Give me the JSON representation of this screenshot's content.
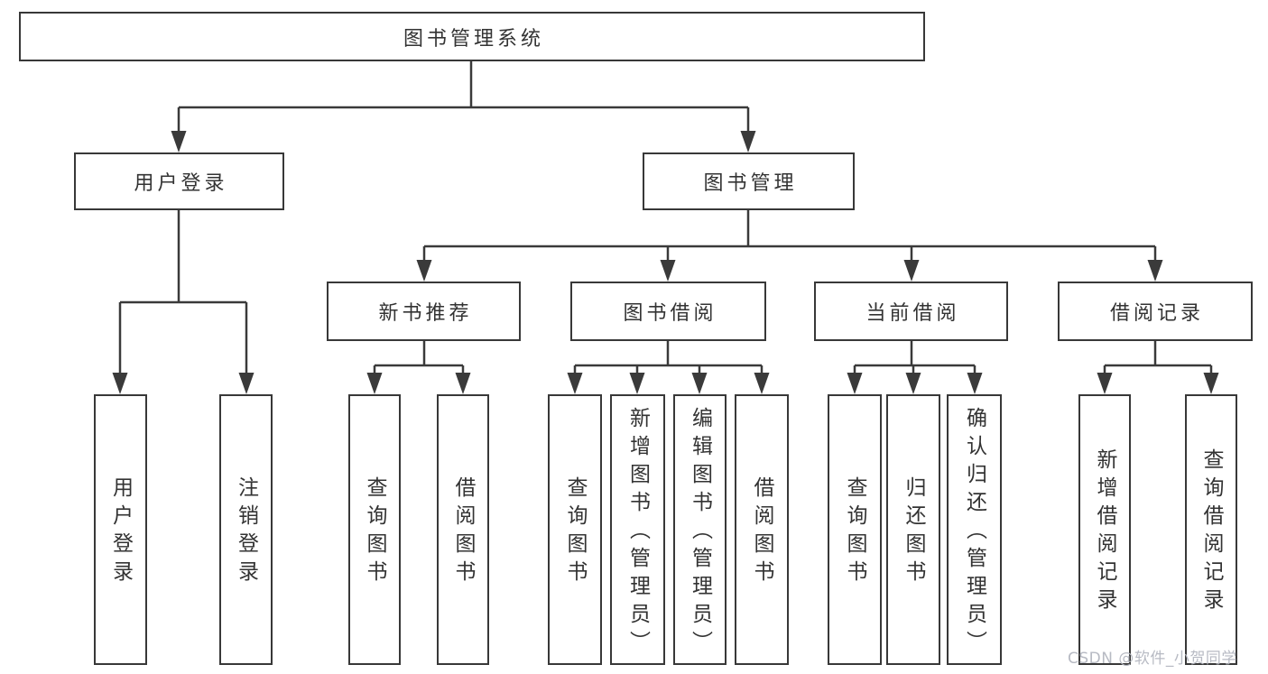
{
  "tree": {
    "root": {
      "label": "图书管理系统"
    },
    "children": [
      {
        "label": "用户登录",
        "children": [
          {
            "label": "用户登录"
          },
          {
            "label": "注销登录"
          }
        ]
      },
      {
        "label": "图书管理",
        "children": [
          {
            "label": "新书推荐",
            "children": [
              {
                "label": "查询图书"
              },
              {
                "label": "借阅图书"
              }
            ]
          },
          {
            "label": "图书借阅",
            "children": [
              {
                "label": "查询图书"
              },
              {
                "label": "新增图书（管理员）"
              },
              {
                "label": "编辑图书（管理员）"
              },
              {
                "label": "借阅图书"
              }
            ]
          },
          {
            "label": "当前借阅",
            "children": [
              {
                "label": "查询图书"
              },
              {
                "label": "归还图书"
              },
              {
                "label": "确认归还（管理员）"
              }
            ]
          },
          {
            "label": "借阅记录",
            "children": [
              {
                "label": "新增借阅记录"
              },
              {
                "label": "查询借阅记录"
              }
            ]
          }
        ]
      }
    ]
  },
  "watermark": "CSDN @软件_小贺同学",
  "colors": {
    "line": "#3a3a3a",
    "box_border": "#383838",
    "text": "#333333",
    "background": "#ffffff",
    "watermark": "#b4b7c0"
  }
}
